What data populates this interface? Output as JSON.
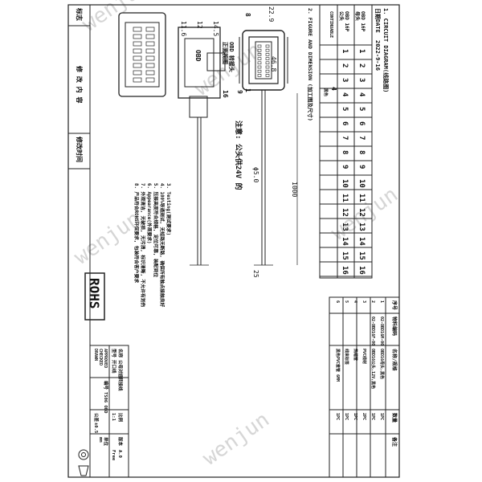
{
  "drawing": {
    "date_label": "日期DATE",
    "date_value": "2022-9-16",
    "section1_title": "1. CIRCUIT DIAGRAM(线路图)",
    "section2_title": "2. FIGURE AND DIMENSION (加工图及尺寸)",
    "obd_label": "OBD 16P",
    "obd_label_cn": "母头",
    "row2_label": "OBD 16P",
    "row2_label_cn": "公头",
    "continuable_label": "CONTINUABLE",
    "pins_row1": [
      "1",
      "2",
      "3",
      "4",
      "5",
      "6",
      "7",
      "8",
      "9",
      "10",
      "11",
      "12",
      "13",
      "14",
      "15",
      "16"
    ],
    "pins_row2": [
      "1",
      "2",
      "3",
      "4",
      "5",
      "6",
      "7",
      "8",
      "9",
      "10",
      "11",
      "12",
      "13",
      "14",
      "15",
      "16"
    ],
    "extra_pin_label": "4",
    "extra_pin_name": "黑色",
    "dims": {
      "d1": "22.9",
      "d2": "8",
      "d3": "1",
      "d4": "46.8",
      "d5": "16",
      "d6": "9",
      "d7": "11.6",
      "d8": "12",
      "d9": "14.5",
      "d10": "1000",
      "d11": "ϕ5.0",
      "d12": "25"
    },
    "connector_text": "OBD",
    "connector_text2": "OBD 转接头",
    "connector_text3": "正面视图",
    "note_text": "注意: 公头供24V 的",
    "notes_title": "",
    "notes": [
      "3. Testing(测试要求)",
      "4. 100%导通测试, 无短路无断路, 确保所有触点接触良好",
      "5. 压接高度符合规格, 定位可靠, 装配到位",
      "6. Appearance(外观要求)",
      "7. 外观清洁, 无破损, 无污渍, 标识清晰, 不允许有划伤",
      "8. 产品符合ROHS环保要求, 包装符合客户要求"
    ],
    "rohs": "ROHS",
    "left_strip": [
      "标志",
      "修 改 内 容",
      "修改时间"
    ],
    "bom_headers": [
      "序号",
      "物料编码",
      "名称/规格",
      "数量",
      "备注"
    ],
    "bom_rows": [
      [
        "1",
        "02-OBD16M-00",
        "OBD16母头,黑色",
        "1PC",
        ""
      ],
      [
        "2",
        "02-OBD16F-00",
        "OBD16公头,12V,黑色",
        "1PC",
        ""
      ],
      [
        "3",
        "",
        "PVC线材",
        "2PC",
        ""
      ],
      [
        "4",
        "",
        "热缩管",
        "1PC",
        ""
      ],
      [
        "5",
        "",
        "线束标签",
        "1PC",
        ""
      ],
      [
        "6",
        "",
        "黑色PVC套管 6MM",
        "1PC",
        ""
      ]
    ],
    "title_block": {
      "name_label": "名称",
      "name_value": "公母对插转接线",
      "spec_label": "型号",
      "spec_value": "开口线",
      "part_label": "编号",
      "part_value": "TS06 OBD",
      "scale_label": "比例",
      "scale_value": "1:1",
      "rev_label": "版本",
      "rev_value": "A.0",
      "unit_label": "单位",
      "unit_value": "mm",
      "tol_label": "公差",
      "tol_value": "±0.5",
      "drawn_label": "DRAWN",
      "drawn_value": "Free",
      "approved_label": "APPROVED",
      "checked_label": "CHECKED"
    },
    "watermark": "wenjun"
  }
}
